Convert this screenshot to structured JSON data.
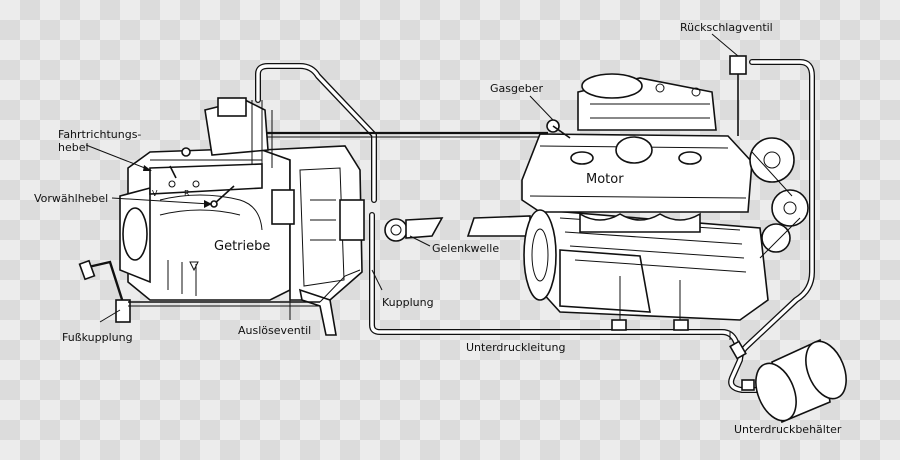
{
  "labels": {
    "fahrtrichtungshebel_line1": "Fahrtrichtungs-",
    "fahrtrichtungshebel_line2": "hebel",
    "vorwaehlhebel": "Vorwählhebel",
    "fusskupplung": "Fußkupplung",
    "getriebe": "Getriebe",
    "ausloeseventil": "Auslöseventil",
    "kupplung": "Kupplung",
    "gelenkwelle": "Gelenkwelle",
    "motor": "Motor",
    "gasgeber": "Gasgeber",
    "rueckschlagventil": "Rückschlagventil",
    "unterdruckleitung": "Unterdruckleitung",
    "unterdruckbehaelter": "Unterdruckbehälter",
    "shift_v": "V",
    "shift_r": "R"
  }
}
